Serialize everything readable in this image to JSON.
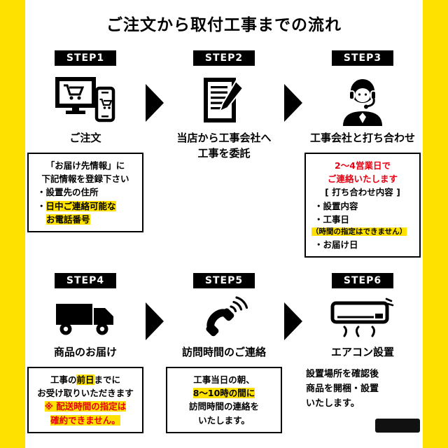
{
  "page": {
    "title": "ご注文から取付工事までの流れ",
    "bullet": "・"
  },
  "colors": {
    "side_bar_yellow": "#ffe100",
    "highlight_yellow": "#ffe100",
    "emphasis_red": "#e50012",
    "badge_black": "#000000"
  },
  "steps": [
    {
      "badge": "STEP1",
      "icon": "computer-cart-icon",
      "label": "ご注文",
      "note": {
        "l1": "「お届け先情報」に",
        "l2": "下記情報を登録下さい",
        "b1": "設置先の住所",
        "b2": "日中ご連絡可能な",
        "b3": "お電話番号"
      }
    },
    {
      "badge": "STEP2",
      "icon": "document-pencil-icon",
      "label": "当店から工事会社へ",
      "label2": "工事を委託"
    },
    {
      "badge": "STEP3",
      "icon": "support-person-icon",
      "label": "工事会社と打ち合わせ",
      "note": {
        "r1": "2〜4営業日で",
        "r2": "ご連絡いたします",
        "h": "[ 打ち合わせ内容 ]",
        "b1": "設置内容",
        "b2": "工事日",
        "s": "（時間の指定はできません）",
        "b3": "お届け日"
      }
    },
    {
      "badge": "STEP4",
      "icon": "truck-icon",
      "label": "商品のお届け",
      "note": {
        "l1a": "工事の",
        "l1b": "前日",
        "l1c": "までに",
        "l2": "お受け取りいただきます",
        "r1": "※ 配送時間の指定は",
        "r2": "確約できません。"
      }
    },
    {
      "badge": "STEP5",
      "icon": "phone-icon",
      "label": "訪問時間のご連絡",
      "note": {
        "l1": "工事当日の朝、",
        "l2": "8〜10時の間に",
        "l3": "訪問時間の連絡を",
        "l4": "いたします。"
      }
    },
    {
      "badge": "STEP6",
      "icon": "aircon-icon",
      "label": "エアコン設置",
      "note": {
        "l1": "設置場所を確認後",
        "l2": "商品を開梱・設置",
        "l3": "いたします。"
      }
    }
  ]
}
